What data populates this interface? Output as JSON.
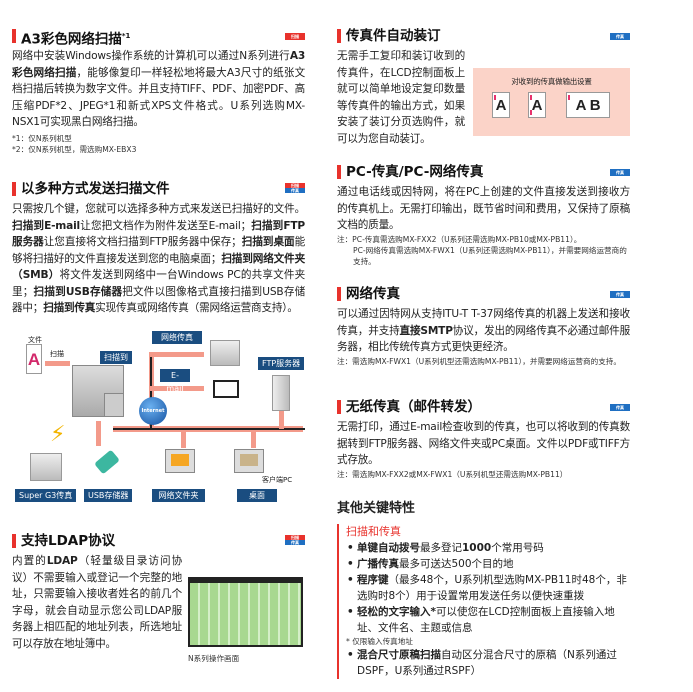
{
  "a3scan": {
    "title": "A3彩色网络扫描",
    "sup": "*1",
    "badge": "扫描",
    "body": [
      {
        "t": "网络中安装Windows操作系统的计算机可以通过N系列进行"
      },
      {
        "t": "A3彩色网络扫描",
        "b": 1
      },
      {
        "t": "，能够像复印一样轻松地将最大A3尺寸的纸张文档扫描后转换为数字文件。并且支持TIFF、PDF、加密PDF、高压缩PDF*2、JPEG*1和新式XPS文件格式。U系列选购MX-NSX1可实现黑白网络扫描。"
      }
    ],
    "notes": [
      "*1：仅N系列机型",
      "*2：仅N系列机型，需选购MX-EBX3"
    ]
  },
  "send": {
    "title": "以多种方式发送扫描文件",
    "badge_top": "扫描",
    "badge_bottom": "传真",
    "body": [
      {
        "t": "只需按几个键，您就可以选择多种方式来发送已扫描好的文件。"
      },
      {
        "t": "扫描到E-mail",
        "b": 1
      },
      {
        "t": "让您把文档作为附件发送至E-mail；"
      },
      {
        "t": "扫描到FTP服务器",
        "b": 1
      },
      {
        "t": "让您直接将文档扫描到FTP服务器中保存；"
      },
      {
        "t": "扫描到桌面",
        "b": 1
      },
      {
        "t": "能够将扫描好的文件直接发送到您的电脑桌面；"
      },
      {
        "t": "扫描到网络文件夹（SMB）",
        "b": 1
      },
      {
        "t": "将文件发送到网络中一台Windows PC的共享文件夹里；"
      },
      {
        "t": "扫描到USB存储器",
        "b": 1
      },
      {
        "t": "把文件以图像格式直接扫描到USB存储器中；"
      },
      {
        "t": "扫描到传真",
        "b": 1
      },
      {
        "t": "实现传真或网络传真（需网络运营商支持）。"
      }
    ]
  },
  "diagram": {
    "doc": "文件",
    "scan": "扫描",
    "scan_to": "扫描到",
    "netfax": "网络传真",
    "email": "E-mail",
    "ftp": "FTP服务器",
    "internet": "Internet",
    "g3": "Super G3传真",
    "usb": "USB存储器",
    "folder": "网络文件夹",
    "desktop": "桌面",
    "client": "客户端PC"
  },
  "ldap": {
    "title": "支持LDAP协议",
    "badge_top": "扫描",
    "badge_bottom": "传真",
    "body": [
      {
        "t": "内置的"
      },
      {
        "t": "LDAP",
        "b": 1
      },
      {
        "t": "（轻量级目录访问协议）不需要输入或登记一个完整的地址，只需要输入接收者姓名的前几个字母，就会自动显示您公司LDAP服务器上相匹配的地址列表，所选地址可以存放在地址簿中。"
      }
    ],
    "caption": "N系列操作画面"
  },
  "binding": {
    "title": "传真件自动装订",
    "badge": "传真",
    "body": [
      {
        "t": "无需手工复印和装订收到的传真件，在LCD控制面板上就可以简单地设定复印数量等传真件的输出方式，如果安装了装订分页选购件，就可以为您自动装订。"
      }
    ],
    "box_title": "对收到的传真做输出设置",
    "pages": [
      "A",
      "A",
      "A",
      "B"
    ]
  },
  "pcfax": {
    "title": "PC-传真/PC-网络传真",
    "badge": "传真",
    "body": [
      {
        "t": "通过电话线或因特网，将在PC上创建的文件直接发送到接收方的传真机上。无需打印输出，既节省时间和费用，又保持了原稿文档的质量。"
      }
    ],
    "notes": [
      "注：PC-传真需选购MX-FXX2（U系列还需选购MX-PB10或MX-PB11）。",
      "PC-网络传真需选购MX-FWX1（U系列还需选购MX-PB11），并需要网络运营商的支持。"
    ]
  },
  "netfax": {
    "title": "网络传真",
    "badge": "传真",
    "body": [
      {
        "t": "可以通过因特网从支持ITU-T T-37网络传真的机器上发送和接收传真，并支持"
      },
      {
        "t": "直接SMTP",
        "b": 1
      },
      {
        "t": "协议，发出的网络传真不必通过邮件服务器，相比传统传真方式更快更经济。"
      }
    ],
    "notes": [
      "注：需选购MX-FWX1（U系列机型还需选购MX-PB11），并需要网络运营商的支持。"
    ]
  },
  "paperless": {
    "title": "无纸传真（邮件转发）",
    "badge": "传真",
    "body": [
      {
        "t": "无需打印，通过E-mail检查收到的传真，也可以将收到的传真数据转到FTP服务器、网络文件夹或PC桌面。文件以PDF或TIFF方式存放。"
      }
    ],
    "notes": [
      "注：需选购MX-FXX2或MX-FWX1（U系列机型还需选购MX-PB11）"
    ]
  },
  "other": {
    "title": "其他关键特性",
    "subtitle": "扫描和传真",
    "items": [
      [
        {
          "t": "单键自动拨号",
          "b": 1
        },
        {
          "t": "最多登记"
        },
        {
          "t": "1000",
          "b": 1
        },
        {
          "t": "个常用号码"
        }
      ],
      [
        {
          "t": "广播传真",
          "b": 1
        },
        {
          "t": "最多可送达500个目的地"
        }
      ],
      [
        {
          "t": "程序键",
          "b": 1
        },
        {
          "t": "（最多48个，U系列机型选购MX-PB11时48个，非选购时8个）用于设置常用发送任务以便快速重拨"
        }
      ],
      [
        {
          "t": "轻松的文字输入*",
          "b": 1
        },
        {
          "t": "可以使您在LCD控制面板上直接输入地址、文件名、主题或信息"
        }
      ],
      [
        {
          "t": "混合尺寸原稿扫描",
          "b": 1
        },
        {
          "t": "自动区分混合尺寸的原稿（N系列通过DSPF，U系列通过RSPF）"
        }
      ]
    ],
    "footnote": "* 仅限输入传真地址"
  },
  "colors": {
    "accent": "#e8322c",
    "blue": "#1f6fc2",
    "label": "#1a4d80",
    "pink": "#fbd3c8"
  }
}
